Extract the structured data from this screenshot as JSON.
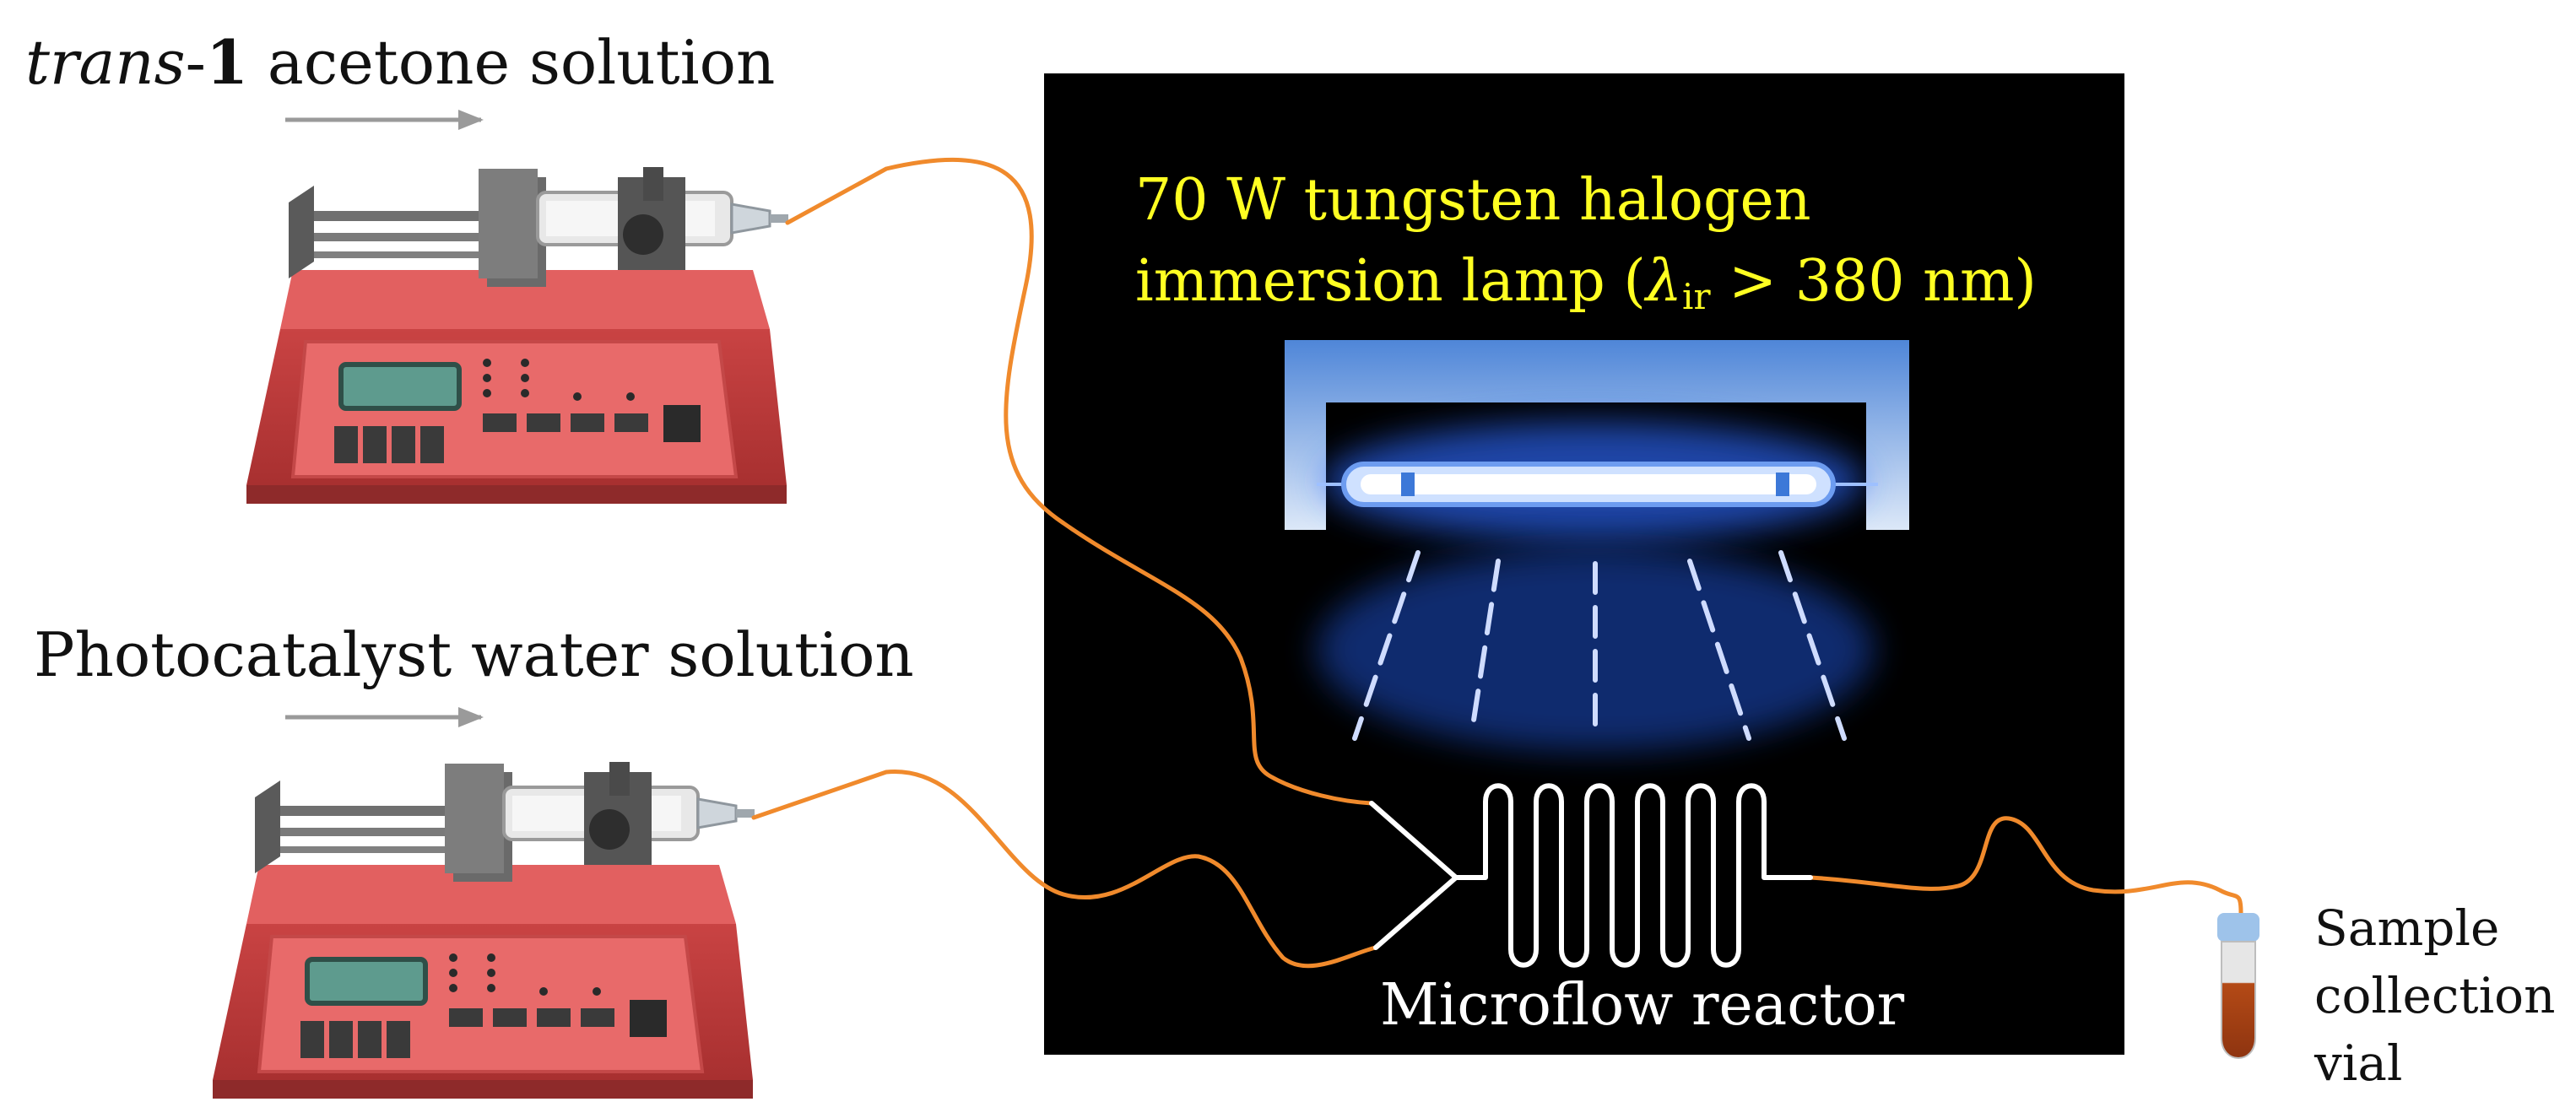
{
  "labels": {
    "pump1_prefix": "trans",
    "pump1_sep": "-",
    "pump1_compound": "1",
    "pump1_rest": " acetone solution",
    "pump2": "Photocatalyst water solution",
    "lamp_line1": "70 W tungsten halogen",
    "lamp_line2_a": "immersion lamp (",
    "lamp_lambda": "λ",
    "lamp_sub": "ir",
    "lamp_line2_b": " > 380 nm)",
    "reactor": "Microflow reactor",
    "vial_line1": "Sample",
    "vial_line2": "collection",
    "vial_line3": "vial"
  },
  "colors": {
    "background": "#ffffff",
    "lamp_box": "#000000",
    "lamp_text": "#ffff22",
    "tubing": "#f08a2c",
    "pump_body": "#d94a4a",
    "pump_panel": "#e05a5a",
    "lamp_housing": "#4f86d8",
    "light_glow": "#3a7bff",
    "reactor_channel": "#ffffff",
    "vial_cap": "#9ec3ea",
    "vial_liquid": "#b44a16",
    "label_text": "#111111"
  },
  "icons": [
    "syringe-pump-icon",
    "syringe-pump-icon",
    "halogen-lamp-icon",
    "microflow-reactor-icon",
    "sample-vial-icon",
    "flow-arrow-icon"
  ]
}
